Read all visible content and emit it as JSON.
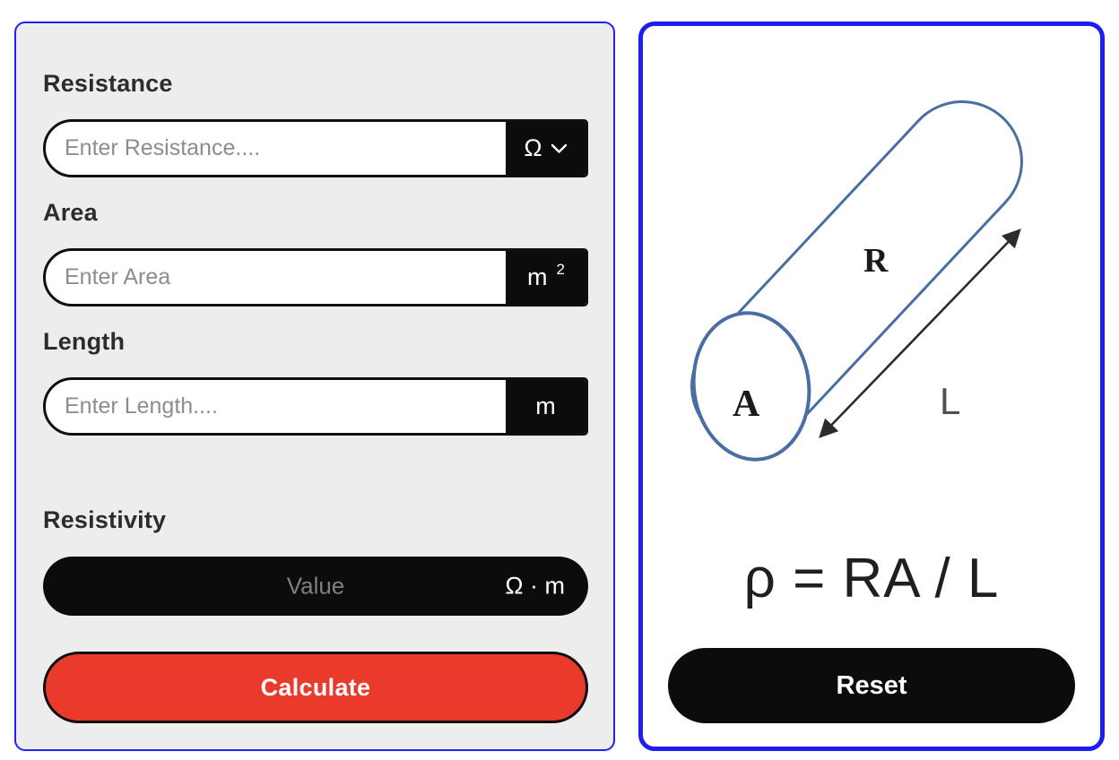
{
  "left_panel": {
    "fields": [
      {
        "label": "Resistance",
        "placeholder": "Enter Resistance....",
        "unit": "Ω"
      },
      {
        "label": "Area",
        "placeholder": "Enter Area",
        "unit_base": "m",
        "unit_sup": "2"
      },
      {
        "label": "Length",
        "placeholder": "Enter Length....",
        "unit": "m"
      }
    ],
    "result": {
      "label": "Resistivity",
      "placeholder": "Value",
      "unit": "Ω · m"
    },
    "calculate_label": "Calculate"
  },
  "right_panel": {
    "diagram": {
      "resistance_label": "R",
      "area_label": "A",
      "length_label": "L"
    },
    "formula": "ρ = RA / L",
    "reset_label": "Reset"
  },
  "colors": {
    "accent_blue": "#1d1df2",
    "button_red": "#e93a2c",
    "unit_black": "#0c0c0c",
    "panel_gray": "#ededed",
    "cylinder_blue": "#4a6da3"
  }
}
